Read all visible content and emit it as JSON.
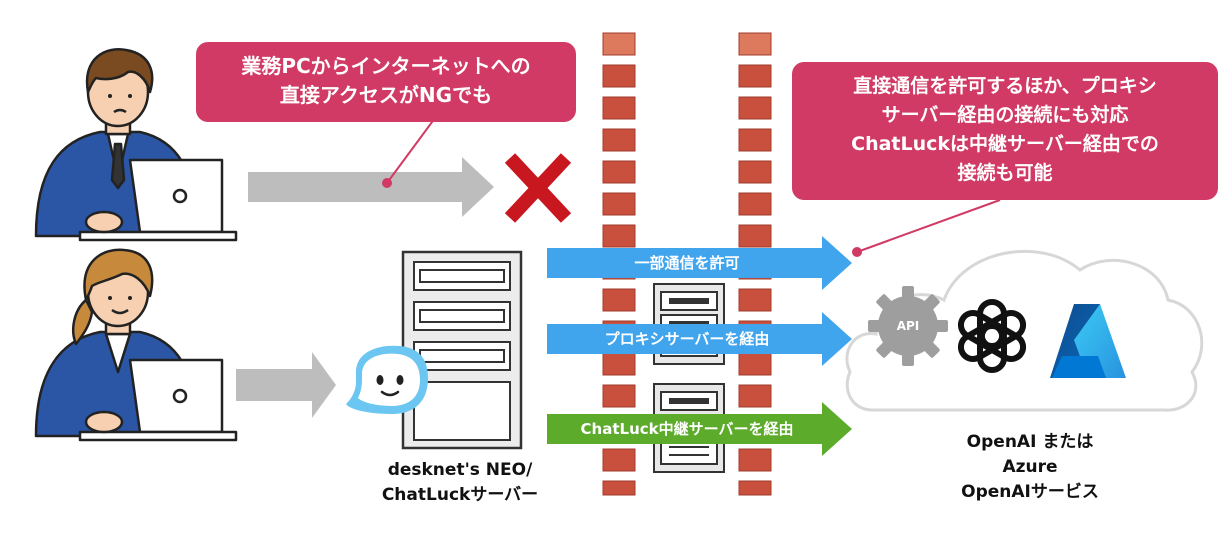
{
  "callouts": {
    "left": {
      "line1": "業務PCからインターネットへの",
      "line2": "直接アクセスがNGでも"
    },
    "right": {
      "line1": "直接通信を許可するほか、プロキシ",
      "line2": "サーバー経由の接続にも対応",
      "line3": "ChatLuckは中継サーバー経由での",
      "line4": "接続も可能"
    }
  },
  "arrows": {
    "direct": "一部通信を許可",
    "proxy": "プロキシサーバーを経由",
    "relay": "ChatLuck中継サーバーを経由"
  },
  "server_caption": {
    "line1": "desknet's NEO/",
    "line2": "ChatLuckサーバー"
  },
  "cloud": {
    "api_badge": "API",
    "caption_line1": "OpenAI または",
    "caption_line2": "Azure",
    "caption_line3": "OpenAIサービス"
  },
  "colors": {
    "callout": "#d13a64",
    "arrow_blue": "#41a5ee",
    "arrow_green": "#5cab2b",
    "arrow_gray": "#bdbdbd",
    "deny_mark": "#c8171e",
    "brick": "#c8503c",
    "suit": "#2b56a6"
  }
}
